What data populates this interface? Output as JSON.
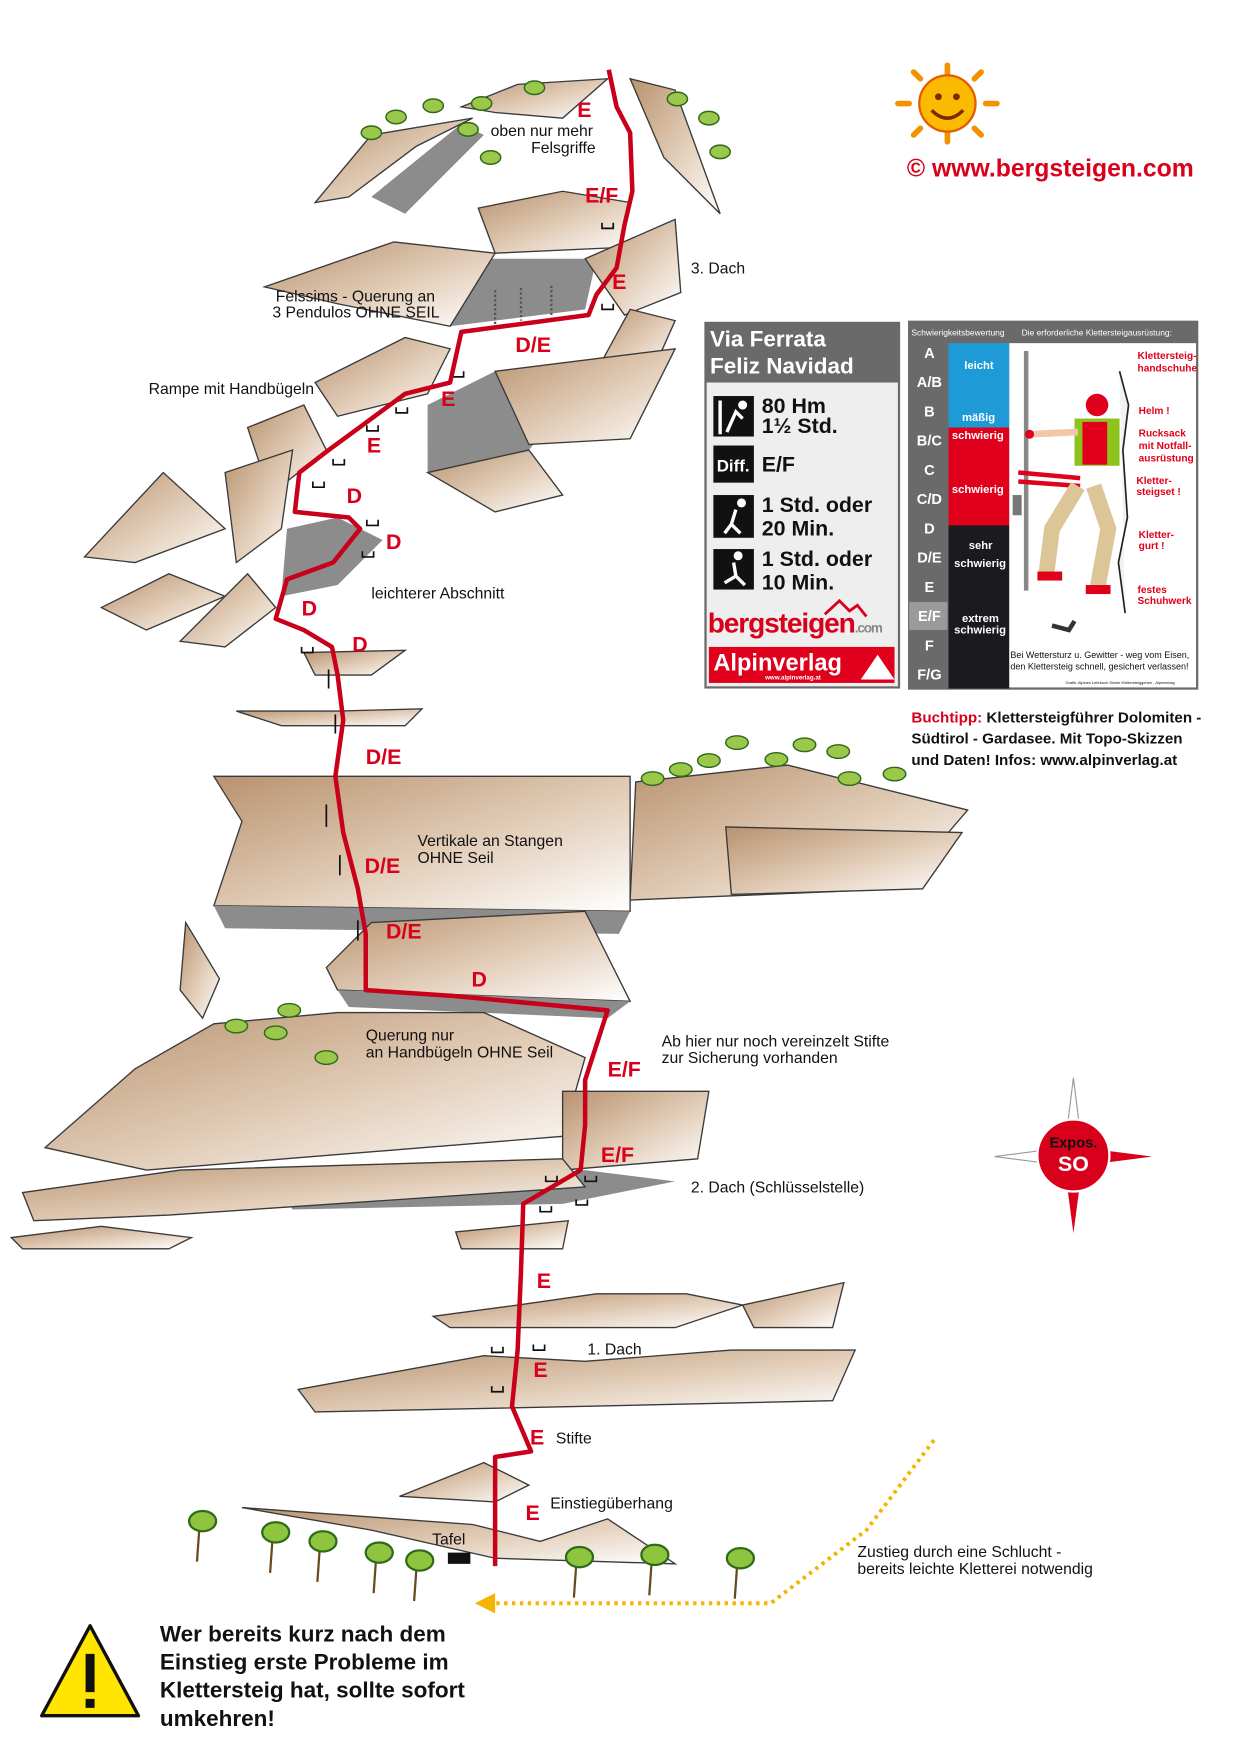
{
  "branding": {
    "website": "© www.bergsteigen.com",
    "colors": {
      "route": "#c8001a",
      "grade_text": "#d8001a",
      "rock": "#c9a888",
      "blue": "#1e9bd7",
      "red": "#e0001b",
      "black": "#1a1a1f"
    }
  },
  "infobox": {
    "title_line1": "Via Ferrata",
    "title_line2": "Feliz Navidad",
    "climb_icon": "climber-icon",
    "height": "80 Hm",
    "duration": "1½ Std.",
    "diff_badge": "Diff.",
    "difficulty": "E/F",
    "approach_line1": "1 Std. oder",
    "approach_line2": "20 Min.",
    "descent_line1": "1 Std. oder",
    "descent_line2": "10 Min.",
    "logo_bergsteigen": "bergsteigen",
    "logo_com": ".com",
    "logo_alpinverlag": "Alpinverlag",
    "logo_alpinverlag_url": "www.alpinverlag.at"
  },
  "legend": {
    "header_left": "Schwierigkeitsbewertung",
    "header_right": "Die erforderliche Klettersteigausrüstung:",
    "grades": [
      "A",
      "A/B",
      "B",
      "B/C",
      "C",
      "C/D",
      "D",
      "D/E",
      "E",
      "E/F",
      "F",
      "F/G"
    ],
    "highlighted_grade": "E/F",
    "categories": {
      "leicht": "leicht",
      "maessig": "mäßig",
      "schwierig1": "schwierig",
      "schwierig2": "schwierig",
      "sehr1": "sehr",
      "sehr2": "schwierig",
      "extrem1": "extrem",
      "extrem2": "schwierig"
    },
    "equipment": {
      "gloves1": "Klettersteig-",
      "gloves2": "handschuhe",
      "helmet": "Helm !",
      "pack1": "Rucksack",
      "pack2": "mit Notfall-",
      "pack3": "ausrüstung",
      "set1": "Kletter-",
      "set2": "steigset !",
      "harness1": "Kletter-",
      "harness2": "gurt !",
      "shoes1": "festes",
      "shoes2": "Schuhwerk"
    },
    "warning1": "Bei Wettersturz u. Gewitter - weg vom Eisen,",
    "warning2": "den Klettersteig schnell, gesichert verlassen!",
    "credit": "Grafik: Alpines Lehrbuch Sicher Klettersteiggehen - Alpinverlag"
  },
  "buchtipp": {
    "label": "Buchtipp:",
    "line1": " Klettersteigführer Dolomiten -",
    "line2": "Südtirol - Gardasee. Mit Topo-Skizzen",
    "line3": "und Daten!  Infos: www.alpinverlag.at"
  },
  "compass": {
    "line1": "Expos.",
    "line2": "SO"
  },
  "topo": {
    "labels": {
      "oben1": "oben nur mehr",
      "oben2": "Felsgriffe",
      "dach3": "3. Dach",
      "felssims1": "Felssims - Querung an",
      "felssims2": "3 Pendulos OHNE SEIL",
      "rampe": "Rampe mit Handbügeln",
      "leichter": "leichterer Abschnitt",
      "vertikale1": "Vertikale an Stangen",
      "vertikale2": "OHNE Seil",
      "querung1": "Querung nur",
      "querung2": "an Handbügeln OHNE Seil",
      "abhier1": "Ab hier nur noch vereinzelt Stifte",
      "abhier2": "zur Sicherung vorhanden",
      "dach2": "2. Dach (Schlüsselstelle)",
      "dach1": "1. Dach",
      "stifte": "Stifte",
      "einstieg": "Einstiegüberhang",
      "tafel": "Tafel",
      "zustieg1": "Zustieg durch eine Schlucht -",
      "zustieg2": "bereits leichte Kletterei notwendig"
    },
    "grades": [
      "E",
      "E/F",
      "E",
      "D/E",
      "E",
      "E",
      "D",
      "D",
      "D",
      "D",
      "D/E",
      "D/E",
      "D/E",
      "D",
      "E/F",
      "E/F",
      "E",
      "E",
      "E",
      "E"
    ]
  },
  "warning": {
    "line1": "Wer bereits kurz nach dem",
    "line2": "Einstieg erste Probleme im",
    "line3": "Klettersteig hat, sollte sofort",
    "line4": "umkehren!"
  }
}
